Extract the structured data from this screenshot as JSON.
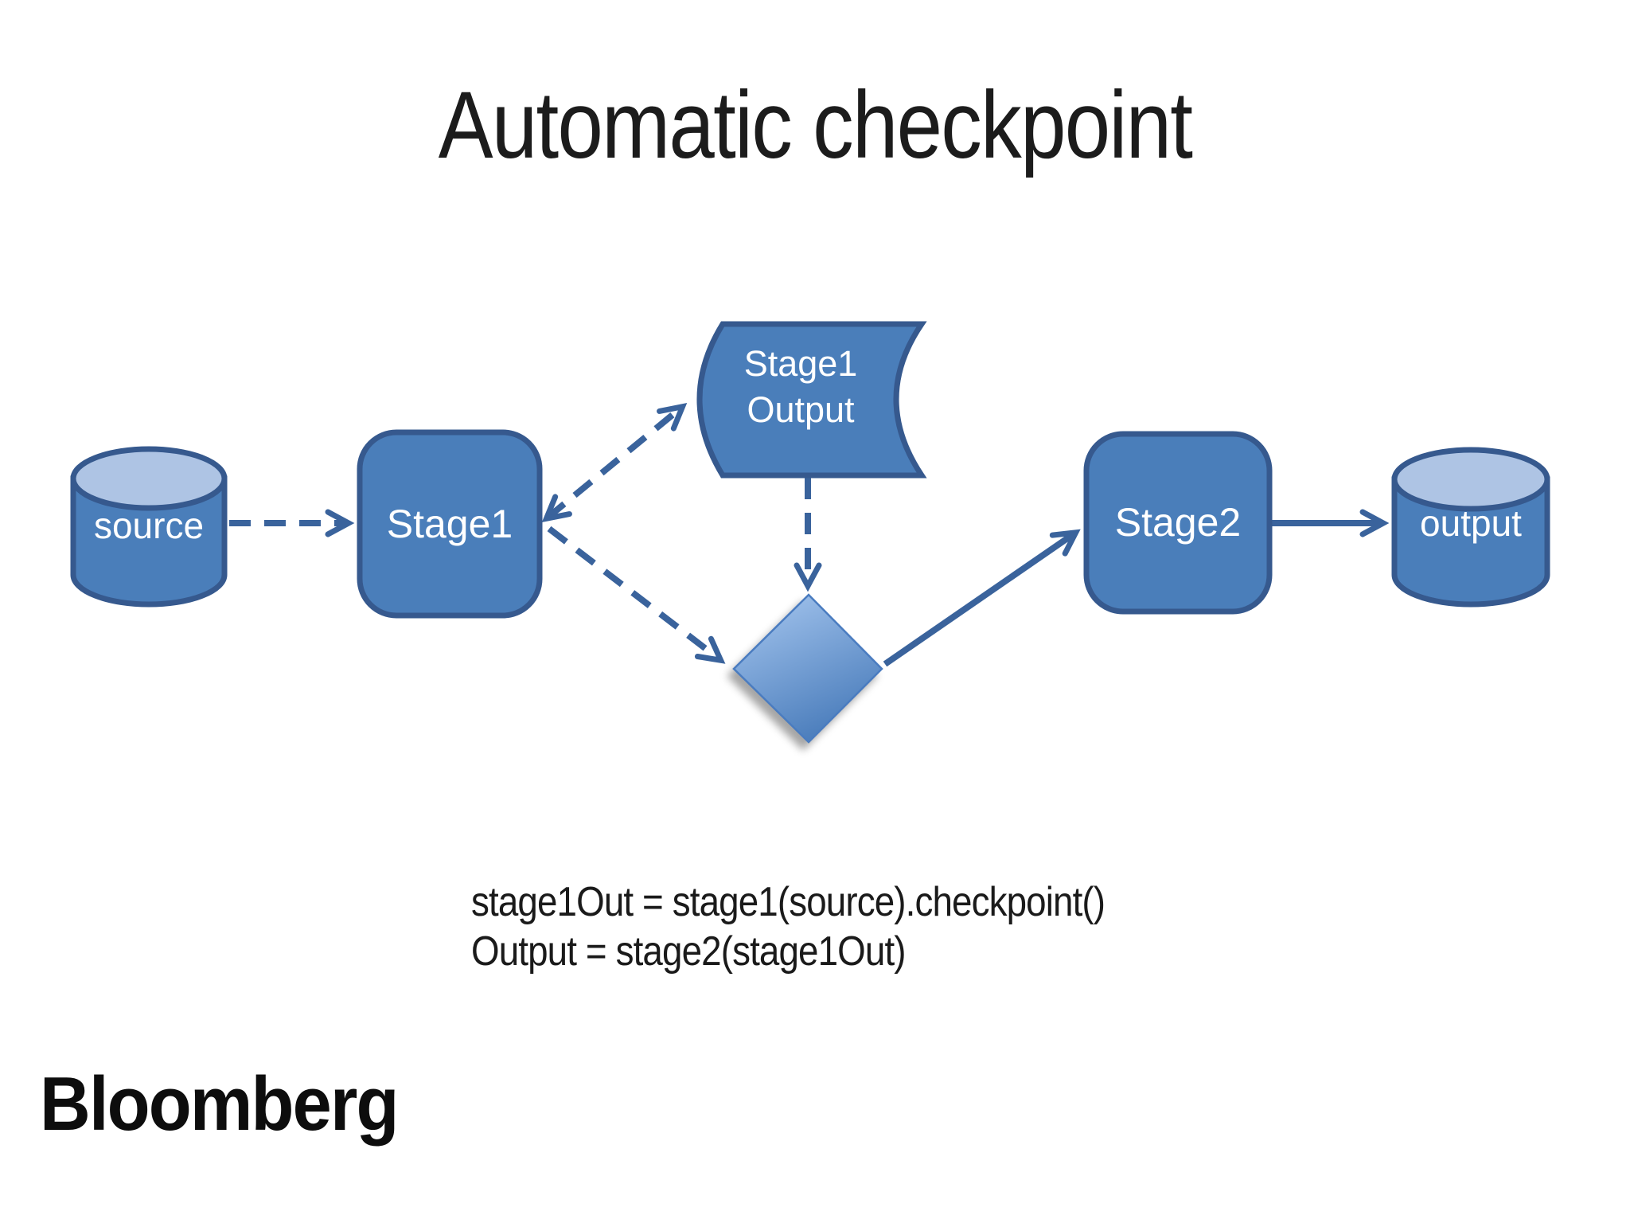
{
  "slide": {
    "title": "Automatic checkpoint",
    "logo_text": "Bloomberg",
    "background": "#ffffff"
  },
  "colors": {
    "node_fill": "#4a7eba",
    "node_stroke": "#36598e",
    "cylinder_top_fill": "#aec4e4",
    "connector": "#3a639c",
    "diamond_light": "#a8c8f0",
    "diamond_dark": "#4d7fbd",
    "diamond_stroke": "#4a7cc0",
    "node_text": "#ffffff",
    "title_text": "#1c1c1c"
  },
  "nodes": {
    "source": {
      "label": "source",
      "shape": "cylinder"
    },
    "stage1": {
      "label": "Stage1",
      "shape": "rounded-rect"
    },
    "stage1_output": {
      "label_line1": "Stage1",
      "label_line2": "Output",
      "shape": "stored-data"
    },
    "decision": {
      "label": "",
      "shape": "diamond"
    },
    "stage2": {
      "label": "Stage2",
      "shape": "rounded-rect"
    },
    "output": {
      "label": "output",
      "shape": "cylinder"
    }
  },
  "edges": [
    {
      "from": "source",
      "to": "stage1",
      "style": "dashed",
      "arrows": "end"
    },
    {
      "from": "stage1",
      "to": "stage1_output",
      "style": "dashed",
      "arrows": "both"
    },
    {
      "from": "stage1_output",
      "to": "decision",
      "style": "dashed",
      "arrows": "end"
    },
    {
      "from": "stage1",
      "to": "decision",
      "style": "dashed",
      "arrows": "end"
    },
    {
      "from": "decision",
      "to": "stage2",
      "style": "solid",
      "arrows": "end"
    },
    {
      "from": "stage2",
      "to": "output",
      "style": "solid",
      "arrows": "end"
    }
  ],
  "code": {
    "line1": "stage1Out = stage1(source).checkpoint()",
    "line2": "Output = stage2(stage1Out)"
  }
}
